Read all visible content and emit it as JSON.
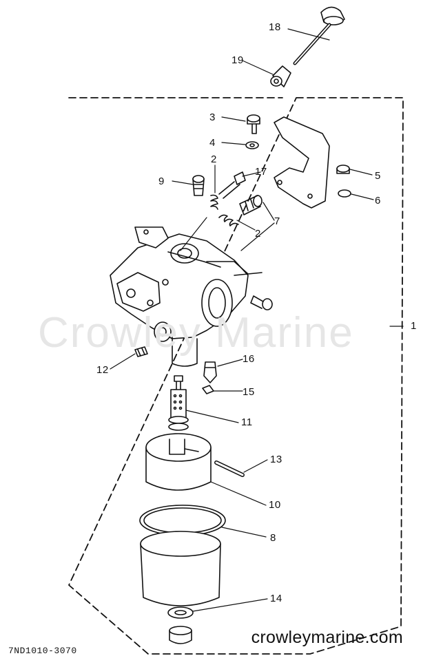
{
  "watermark": "Crowley Marine",
  "website": "crowleymarine.com",
  "diagram_code": "7ND1010-3070",
  "callouts": [
    {
      "id": "c18",
      "text": "18"
    },
    {
      "id": "c19",
      "text": "19"
    },
    {
      "id": "c3",
      "text": "3"
    },
    {
      "id": "c4",
      "text": "4"
    },
    {
      "id": "c2a",
      "text": "2"
    },
    {
      "id": "c17",
      "text": "17"
    },
    {
      "id": "c9",
      "text": "9"
    },
    {
      "id": "c5",
      "text": "5"
    },
    {
      "id": "c6",
      "text": "6"
    },
    {
      "id": "c7",
      "text": "7"
    },
    {
      "id": "c2b",
      "text": "2"
    },
    {
      "id": "c1",
      "text": "1"
    },
    {
      "id": "c16",
      "text": "16"
    },
    {
      "id": "c12",
      "text": "12"
    },
    {
      "id": "c15",
      "text": "15"
    },
    {
      "id": "c11",
      "text": "11"
    },
    {
      "id": "c13",
      "text": "13"
    },
    {
      "id": "c10",
      "text": "10"
    },
    {
      "id": "c8",
      "text": "8"
    },
    {
      "id": "c14",
      "text": "14"
    }
  ]
}
